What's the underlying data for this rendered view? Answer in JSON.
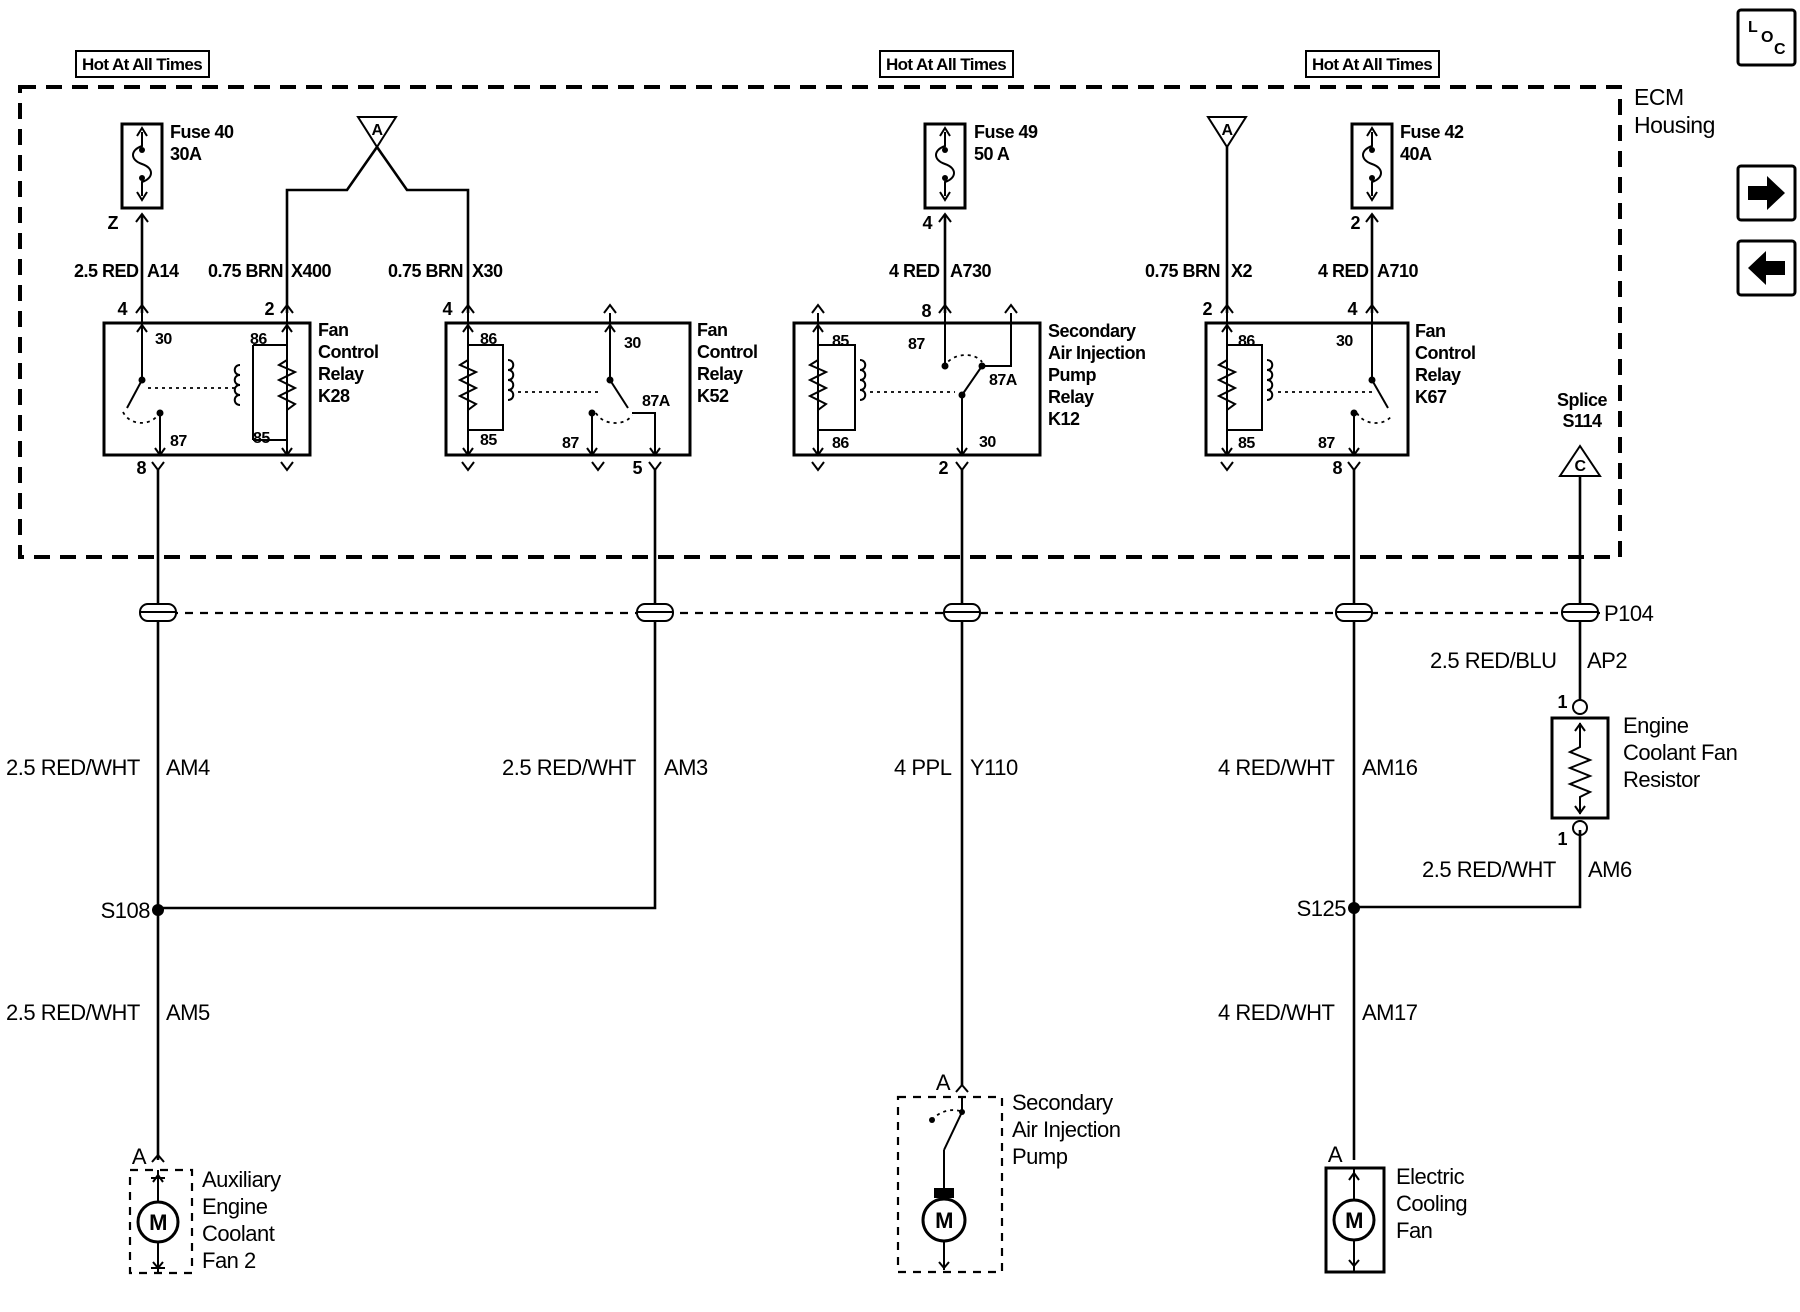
{
  "hot_labels": [
    "Hot At All Times",
    "Hot At All Times",
    "Hot At All Times"
  ],
  "ecm": {
    "line1": "ECM",
    "line2": "Housing"
  },
  "nav": {
    "loc": {
      "l": "L",
      "o": "O",
      "c": "C"
    },
    "next_icon": "right-arrow-icon",
    "prev_icon": "left-arrow-icon"
  },
  "fuses": {
    "f40": {
      "name": "Fuse 40",
      "rating": "30A",
      "pin": "Z"
    },
    "f49": {
      "name": "Fuse 49",
      "rating": "50 A",
      "pin": "4"
    },
    "f42": {
      "name": "Fuse 42",
      "rating": "40A",
      "pin": "2"
    }
  },
  "connectors": {
    "a_symbol": "A",
    "c_symbol": "C",
    "splice": {
      "line1": "Splice",
      "line2": "S114"
    }
  },
  "circuits": {
    "a14": {
      "size_color": "2.5 RED",
      "number": "A14"
    },
    "x400": {
      "size_color": "0.75 BRN",
      "number": "X400"
    },
    "x30": {
      "size_color": "0.75 BRN",
      "number": "X30"
    },
    "a730": {
      "size_color": "4 RED",
      "number": "A730"
    },
    "x2": {
      "size_color": "0.75 BRN",
      "number": "X2"
    },
    "a710": {
      "size_color": "4 RED",
      "number": "A710"
    },
    "ap2": {
      "size_color": "2.5 RED/BLU",
      "number": "AP2"
    },
    "am4": {
      "size_color": "2.5 RED/WHT",
      "number": "AM4"
    },
    "am3": {
      "size_color": "2.5 RED/WHT",
      "number": "AM3"
    },
    "y110": {
      "size_color": "4 PPL",
      "number": "Y110"
    },
    "am16": {
      "size_color": "4 RED/WHT",
      "number": "AM16"
    },
    "am6": {
      "size_color": "2.5 RED/WHT",
      "number": "AM6"
    },
    "am5": {
      "size_color": "2.5 RED/WHT",
      "number": "AM5"
    },
    "am17": {
      "size_color": "4 RED/WHT",
      "number": "AM17"
    }
  },
  "relays": {
    "k28": {
      "l1": "Fan",
      "l2": "Control",
      "l3": "Relay",
      "l4": "K28",
      "pin_top_left": "4",
      "pin_top_right": "2",
      "pin_bottom": "8",
      "t30": "30",
      "t86": "86",
      "t87": "87",
      "t85": "85"
    },
    "k52": {
      "l1": "Fan",
      "l2": "Control",
      "l3": "Relay",
      "l4": "K52",
      "pin_top_left": "4",
      "pin_bottom": "5",
      "t86": "86",
      "t30": "30",
      "t87a": "87A",
      "t85": "85",
      "t87": "87"
    },
    "k12": {
      "l1": "Secondary",
      "l2": "Air Injection",
      "l3": "Pump",
      "l4": "Relay",
      "l5": "K12",
      "pin_top": "8",
      "pin_bottom": "2",
      "t85": "85",
      "t87": "87",
      "t87a": "87A",
      "t86": "86",
      "t30": "30"
    },
    "k67": {
      "l1": "Fan",
      "l2": "Control",
      "l3": "Relay",
      "l4": "K67",
      "pin_top_left": "2",
      "pin_top_right": "4",
      "pin_bottom": "8",
      "t86": "86",
      "t30": "30",
      "t85": "85",
      "t87": "87"
    }
  },
  "harness": {
    "name": "P104"
  },
  "splices": {
    "s108": "S108",
    "s125": "S125"
  },
  "resistor": {
    "l1": "Engine",
    "l2": "Coolant Fan",
    "l3": "Resistor",
    "pin_top": "1",
    "pin_bottom": "1"
  },
  "components": {
    "aux_fan": {
      "l1": "Auxiliary",
      "l2": "Engine",
      "l3": "Coolant",
      "l4": "Fan 2",
      "pin": "A",
      "motor": "M"
    },
    "air_pump": {
      "l1": "Secondary",
      "l2": "Air Injection",
      "l3": "Pump",
      "pin": "A",
      "motor": "M"
    },
    "elec_fan": {
      "l1": "Electric",
      "l2": "Cooling",
      "l3": "Fan",
      "pin": "A",
      "motor": "M"
    }
  }
}
